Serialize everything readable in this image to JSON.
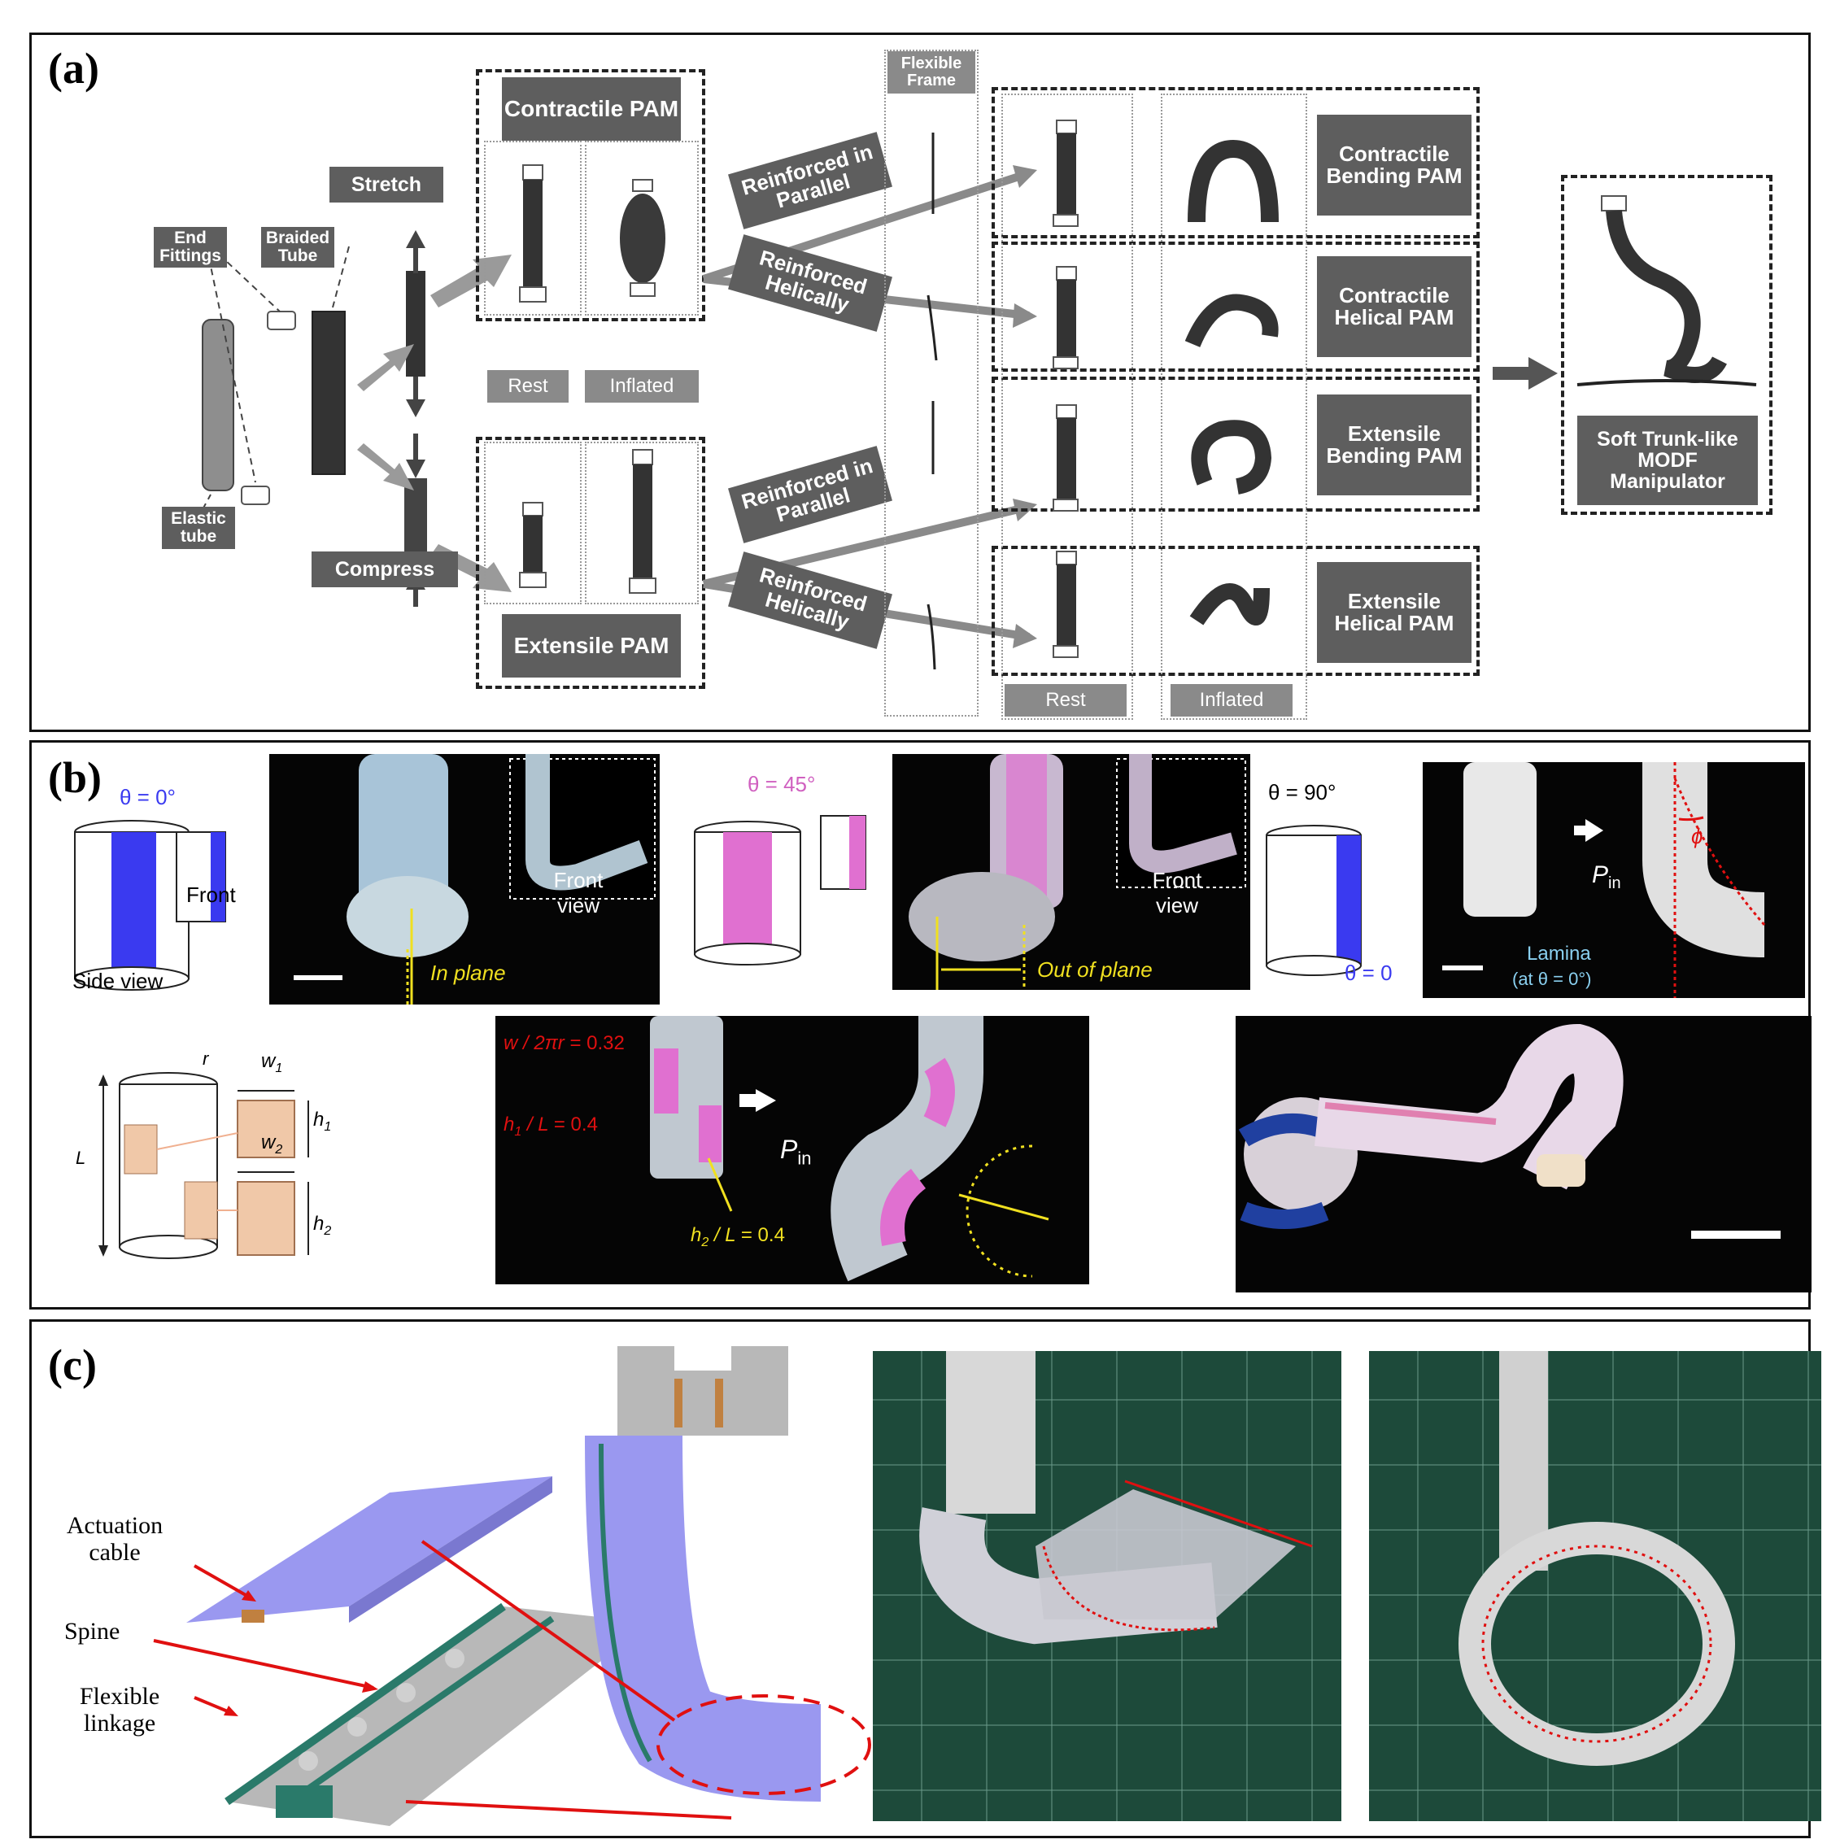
{
  "panel_a": {
    "label": "(a)",
    "contractile_pam": "Contractile PAM",
    "extensile_pam": "Extensile PAM",
    "stretch": "Stretch",
    "compress": "Compress",
    "end_fittings": "End Fittings",
    "braided_tube": "Braided Tube",
    "elastic_tube": "Elastic tube",
    "rest": "Rest",
    "inflated": "Inflated",
    "flexible_frame": "Flexible Frame",
    "reinforced_parallel_1": "Reinforced in Parallel",
    "reinforced_helically_1": "Reinforced Helically",
    "reinforced_parallel_2": "Reinforced in Parallel",
    "reinforced_helically_2": "Reinforced Helically",
    "contractile_bending": "Contractile Bending PAM",
    "contractile_helical": "Contractile Helical PAM",
    "extensile_bending": "Extensile Bending PAM",
    "extensile_helical": "Extensile Helical PAM",
    "rest_2": "Rest",
    "inflated_2": "Inflated",
    "soft_trunk": "Soft Trunk-like MODF Manipulator"
  },
  "panel_b": {
    "label": "(b)",
    "theta_0": "θ = 0°",
    "front": "Front",
    "side_view": "Side view",
    "front_view_1": "Front view",
    "in_plane": "In plane",
    "theta_45": "θ = 45°",
    "front_view_2": "Front view",
    "out_of_plane": "Out of plane",
    "theta_90": "θ = 90°",
    "theta_0_small": "θ = 0",
    "p_in_1": "P",
    "p_in_sub": "in",
    "phi": "ϕ",
    "lamina": "Lamina",
    "lamina_at": "(at θ = 0°)",
    "r": "r",
    "w1": "w",
    "w1_sub": "1",
    "w2": "w",
    "w2_sub": "2",
    "h1": "h",
    "h1_sub": "1",
    "h2": "h",
    "h2_sub": "2",
    "L": "L",
    "ratio_w_num": "w",
    "ratio_w_den": "2πr",
    "ratio_w_val": "= 0.32",
    "ratio_h1_num": "h",
    "ratio_h1_sub": "1",
    "ratio_h1_den": "L",
    "ratio_h1_val": "= 0.4",
    "ratio_h2_num": "h",
    "ratio_h2_sub": "2",
    "ratio_h2_den": "L",
    "ratio_h2_val": "= 0.4",
    "p_in_2": "P",
    "p_in_2_sub": "in"
  },
  "panel_c": {
    "label": "(c)",
    "actuation_cable": "Actuation cable",
    "spine": "Spine",
    "flexible_linkage": "Flexible linkage"
  },
  "colors": {
    "box_dark": "#5e5e5e",
    "box_light": "#8a8a8a",
    "blue_lamina": "#3a3af0",
    "pink_lamina": "#e070d0",
    "yellow": "#f0e020",
    "red_annotation": "#e01010",
    "cutting_mat": "#1d4a3a",
    "purple_plate": "#8f8cf0",
    "teal_spine": "#2a7a6a"
  }
}
